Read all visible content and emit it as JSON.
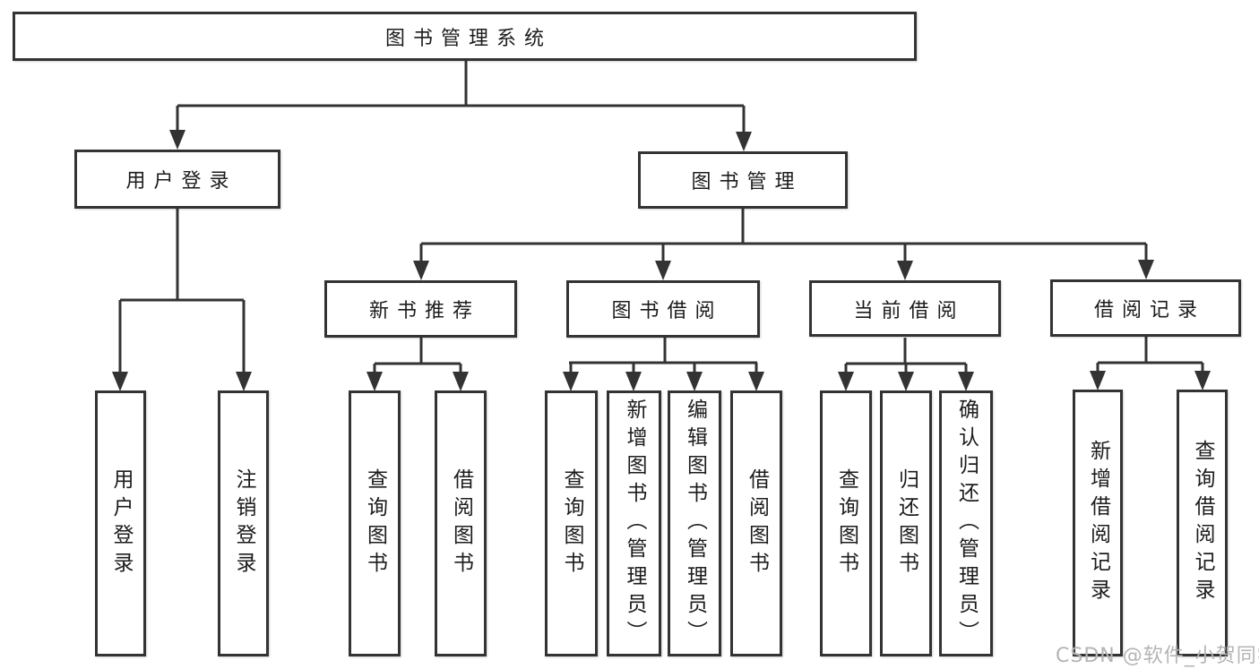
{
  "diagram": {
    "title": "图书管理系统",
    "branches": [
      {
        "label": "用户登录",
        "children": [
          {
            "label": "用户登录"
          },
          {
            "label": "注销登录"
          }
        ]
      },
      {
        "label": "图书管理",
        "groups": [
          {
            "label": "新书推荐",
            "children": [
              {
                "label": "查询图书"
              },
              {
                "label": "借阅图书"
              }
            ]
          },
          {
            "label": "图书借阅",
            "children": [
              {
                "label": "查询图书"
              },
              {
                "label": "新增图书（管理员）"
              },
              {
                "label": "编辑图书（管理员）"
              },
              {
                "label": "借阅图书"
              }
            ]
          },
          {
            "label": "当前借阅",
            "children": [
              {
                "label": "查询图书"
              },
              {
                "label": "归还图书"
              },
              {
                "label": "确认归还（管理员）"
              }
            ]
          },
          {
            "label": "借阅记录",
            "children": [
              {
                "label": "新增借阅记录"
              },
              {
                "label": "查询借阅记录"
              }
            ]
          }
        ]
      }
    ]
  },
  "watermark": {
    "text": "CSDN @软件_小贺同学"
  },
  "colors": {
    "line": "#333333",
    "box_border": "#333333",
    "box_fill": "#ffffff",
    "text": "#1c1c1c",
    "watermark": "#b4b4b4",
    "background": "#ffffff"
  }
}
